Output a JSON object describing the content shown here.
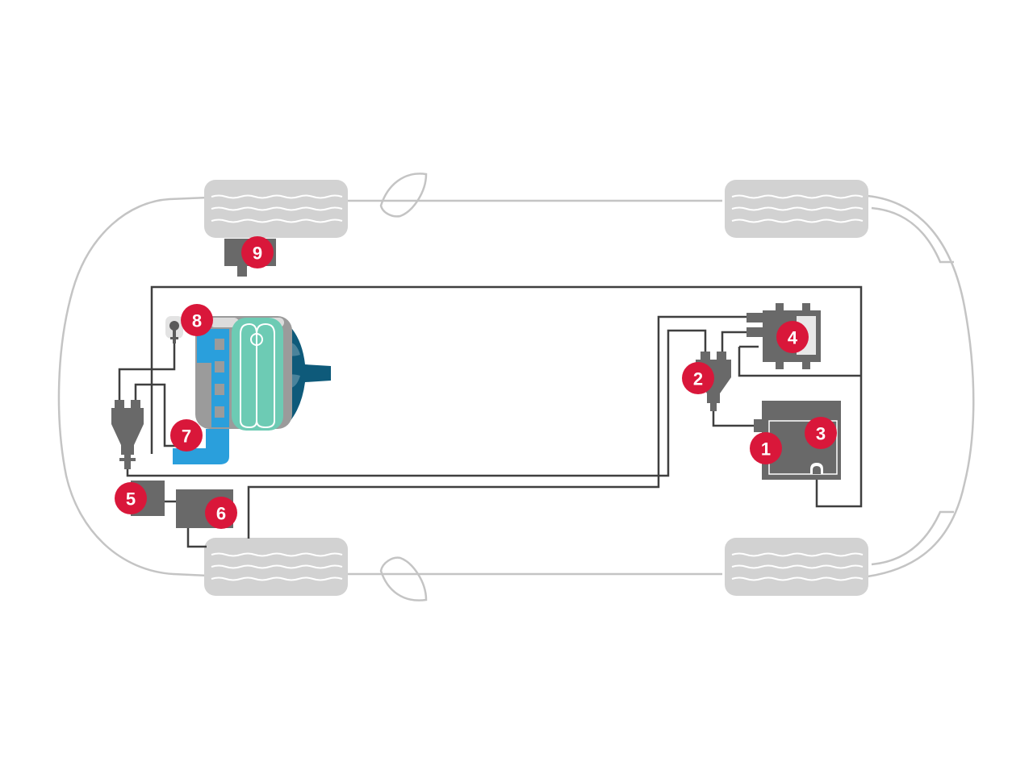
{
  "colors": {
    "body_outline": "#c4c4c4",
    "tire": "#d2d2d2",
    "tire_tread": "#ffffff",
    "component": "#696969",
    "pipe": "#3f3f3f",
    "badge": "#d9173a",
    "badge_text": "#ffffff",
    "engine_light_blue": "#2a9fdc",
    "engine_teal": "#6dcbb4",
    "engine_dark_blue": "#0e5a7a",
    "engine_grey": "#9b9b9b"
  },
  "callouts": [
    {
      "id": "1",
      "label": "1"
    },
    {
      "id": "2",
      "label": "2"
    },
    {
      "id": "3",
      "label": "3"
    },
    {
      "id": "4",
      "label": "4"
    },
    {
      "id": "5",
      "label": "5"
    },
    {
      "id": "6",
      "label": "6"
    },
    {
      "id": "7",
      "label": "7"
    },
    {
      "id": "8",
      "label": "8"
    },
    {
      "id": "9",
      "label": "9"
    }
  ]
}
